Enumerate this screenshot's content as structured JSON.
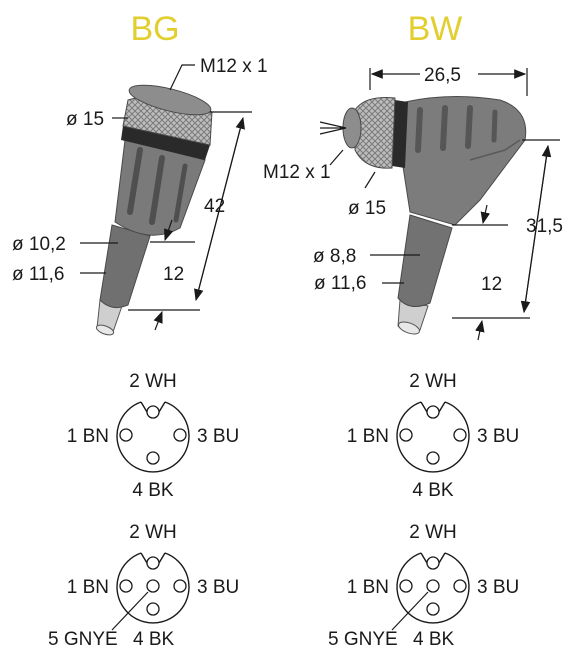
{
  "colors": {
    "title": "#e2cf2f",
    "body_dark": "#6f6f6f",
    "body_mid": "#8a8a8a",
    "knurl": "#b5b5b5",
    "ink": "#1a1a1a"
  },
  "bg": {
    "title": "BG",
    "thread": "M12 x 1",
    "d_nut": "ø 15",
    "d_shaft": "ø 10,2",
    "d_cable": "ø 11,6",
    "len_total": "42",
    "len_cable": "12"
  },
  "bw": {
    "title": "BW",
    "width": "26,5",
    "thread": "M12 x 1",
    "d_nut": "ø 15",
    "d_shaft": "ø 8,8",
    "d_cable": "ø 11,6",
    "len_total": "31,5",
    "len_cable": "12"
  },
  "pins": {
    "p1": "1 BN",
    "p2": "2 WH",
    "p3": "3 BU",
    "p4": "4 BK",
    "p5": "5 GNYE"
  }
}
